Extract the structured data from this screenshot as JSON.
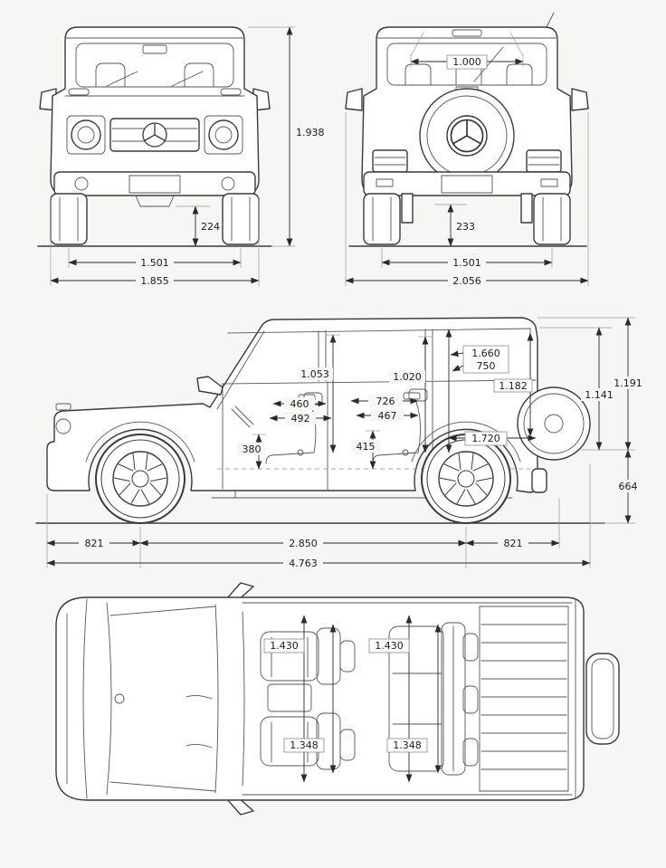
{
  "page": {
    "background": "#f6f6f4",
    "line_color": "#3a3a3a",
    "dim_color": "#2a2a2a"
  },
  "views": {
    "front": {
      "height_overall": "1.938",
      "ground_clearance": "224",
      "track": "1.501",
      "width_body": "1.855"
    },
    "rear": {
      "roof_width": "1.000",
      "ground_clearance": "233",
      "track": "1.501",
      "width_incl_mirrors": "2.056"
    },
    "side": {
      "headroom_diag_rear": "1.660",
      "entry_rear": "750",
      "headroom_front": "1.053",
      "headroom_rear": "1.020",
      "door_height_rear": "1.182",
      "seat_depth_front": "460",
      "legroom_rear": "726",
      "legroom_front": "492",
      "seat_depth_rear": "467",
      "load_width": "1.720",
      "seat_height_front": "380",
      "seat_height_rear": "415",
      "height_upper": "1.191",
      "height_inner": "1.141",
      "height_lower": "664",
      "overhang_front": "821",
      "wheelbase": "2.850",
      "overhang_rear": "821",
      "length_overall": "4.763"
    },
    "top": {
      "cabin_width_front": "1.430",
      "cabin_width_rear": "1.430",
      "shoulder_width_front": "1.348",
      "shoulder_width_rear": "1.348"
    }
  }
}
